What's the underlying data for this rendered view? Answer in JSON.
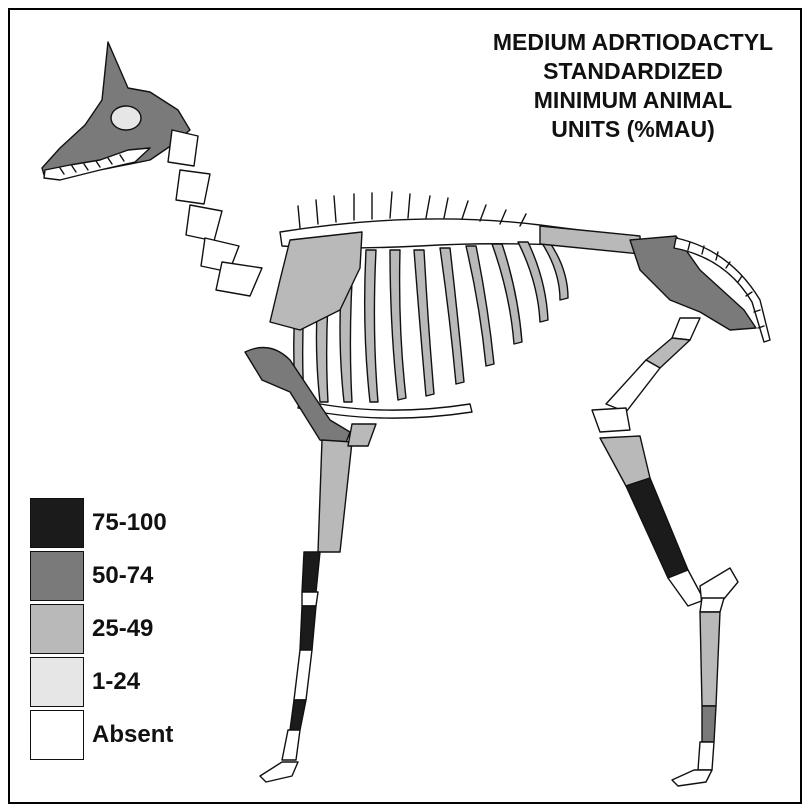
{
  "title_lines": [
    "MEDIUM ADRTIODACTYL",
    "STANDARDIZED",
    "MINIMUM ANIMAL",
    "UNITS (%MAU)"
  ],
  "legend": [
    {
      "label": "75-100",
      "color": "#1b1b1b"
    },
    {
      "label": "50-74",
      "color": "#7a7a7a"
    },
    {
      "label": "25-49",
      "color": "#b9b9b9"
    },
    {
      "label": "1-24",
      "color": "#e6e6e6"
    },
    {
      "label": "Absent",
      "color": "#ffffff"
    }
  ]
}
